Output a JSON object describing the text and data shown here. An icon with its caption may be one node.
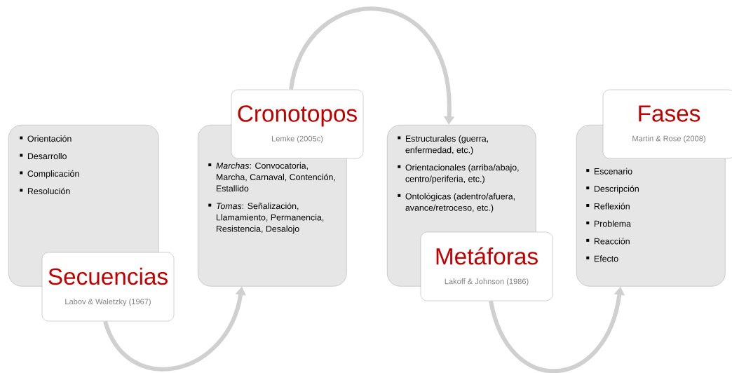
{
  "diagram": {
    "nodes": [
      {
        "text": [
          "Orientación",
          "Desarrollo",
          "Complicación",
          "Resolución"
        ]
      },
      {
        "text": [
          "Secuencias",
          "Labov & Waletzky (1967)"
        ]
      },
      {
        "text": [
          "*Marchas*: Convocatoria, Marcha, Carnaval, Contención, Estallido",
          "*Tomas*: Señalización, Llamamiento, Permanencia, Resistencia, Desalojo"
        ]
      },
      {
        "text": [
          "Cronotopos",
          "Lemke (2005c)"
        ]
      },
      {
        "text": [
          "Estructurales (guerra, enfermedad, etc.)",
          "Orientacionales (arriba/abajo, centro/periferia, etc.)",
          "Ontológicas (adentro/afuera, avance/retroceso, etc.)"
        ]
      },
      {
        "text": [
          "Metáforas",
          "Lakoff & Johnson (1986)"
        ]
      },
      {
        "text": [
          "Escenario",
          "Descripción",
          "Reflexión",
          "Problema",
          "Reacción",
          "Efecto"
        ]
      },
      {
        "text": [
          "Fases",
          "Martin & Rose (2008)"
        ]
      }
    ],
    "edges": [
      {
        "from": 1,
        "to": 2,
        "arrow": "to"
      },
      {
        "from": 3,
        "to": 4,
        "arrow": "to"
      },
      {
        "from": 5,
        "to": 6,
        "arrow": "to"
      }
    ]
  }
}
